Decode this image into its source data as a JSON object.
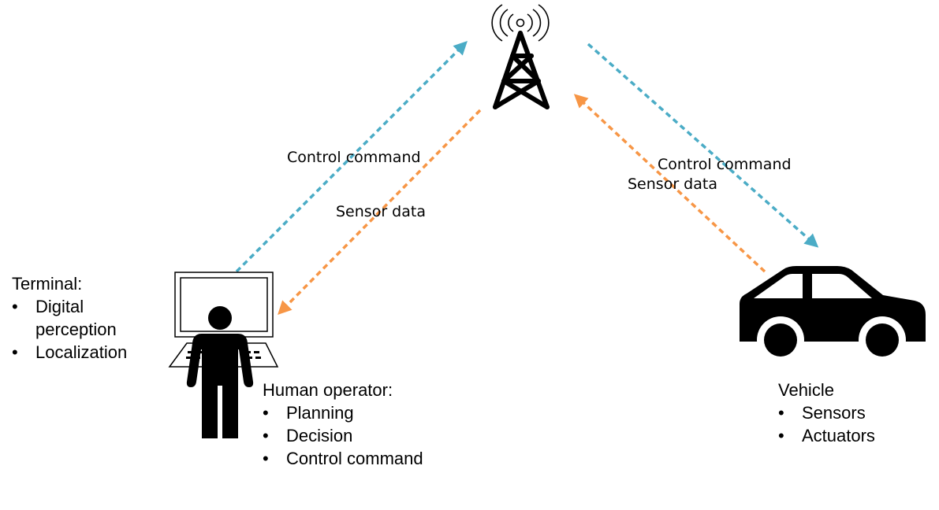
{
  "links": [
    {
      "label": "Control command"
    },
    {
      "label": "Sensor data"
    },
    {
      "label": "Control command"
    },
    {
      "label": "Sensor data"
    }
  ],
  "terminal": {
    "title": "Terminal:",
    "items": [
      "Digital perception",
      "Localization"
    ]
  },
  "operator": {
    "title": "Human operator:",
    "items": [
      "Planning",
      "Decision",
      "Control command"
    ]
  },
  "vehicle": {
    "title": "Vehicle",
    "items": [
      "Sensors",
      "Actuators"
    ]
  },
  "colors": {
    "control": "#4bacc6",
    "sensor": "#f79646",
    "icon": "#000000"
  }
}
